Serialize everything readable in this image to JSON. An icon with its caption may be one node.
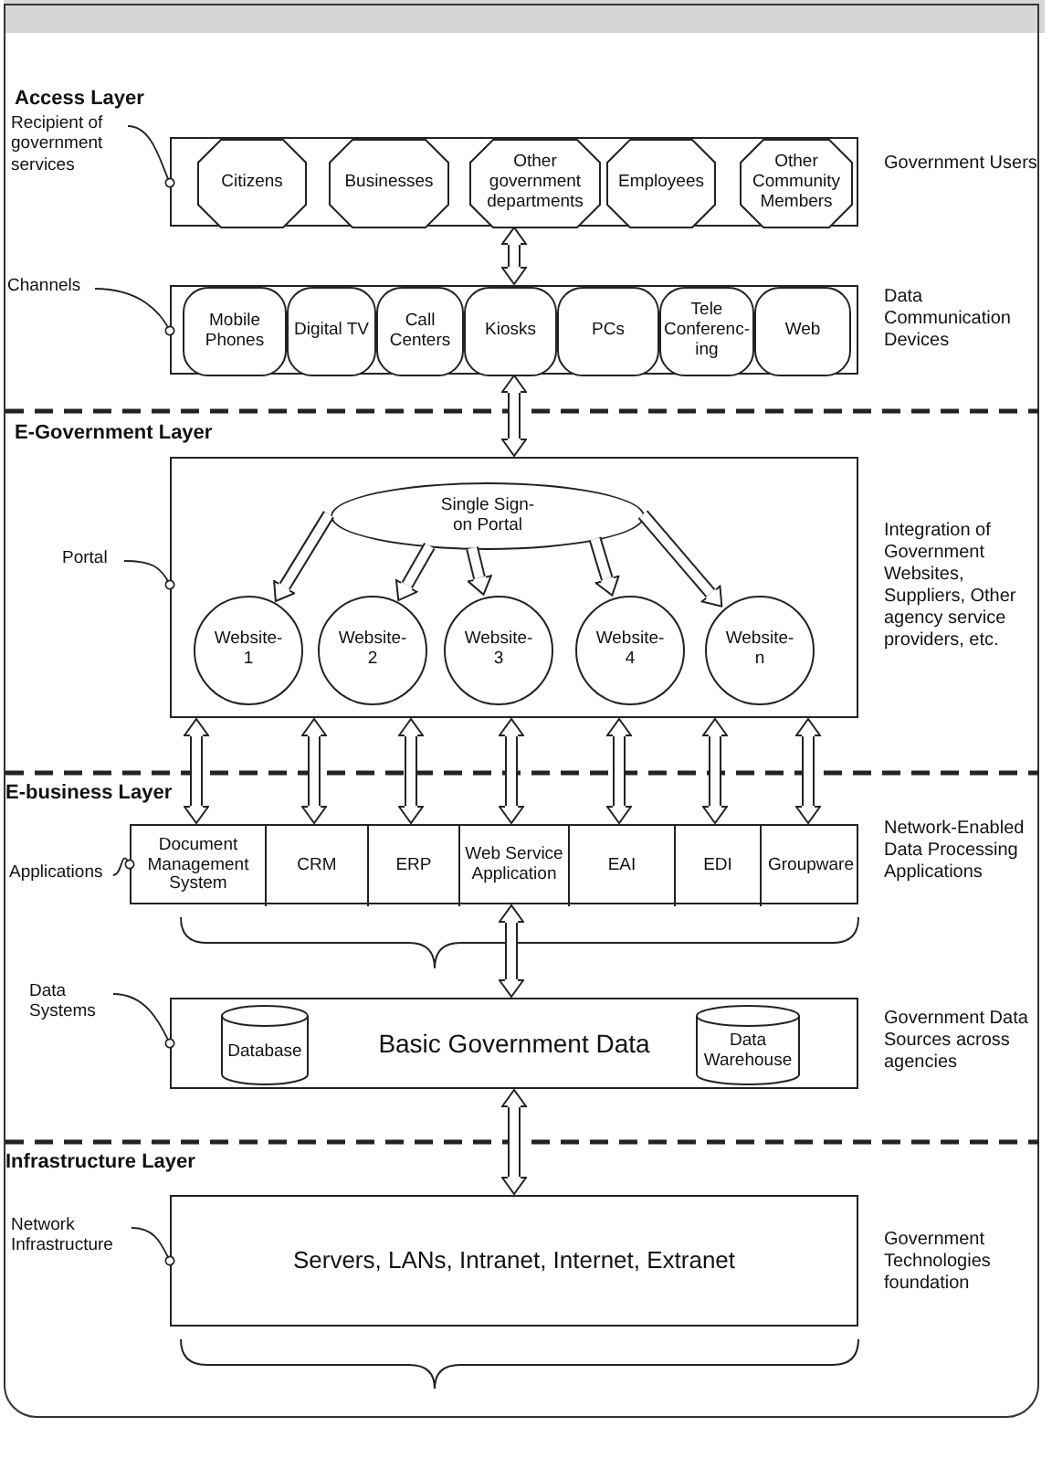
{
  "diagram": {
    "nodes": [
      {
        "text": [
          "Recipient of government services"
        ]
      },
      {
        "text": [],
        "shape": "box",
        "beside": [
          "Government Users"
        ]
      },
      {
        "text": [
          "Citizens"
        ],
        "in": 1
      },
      {
        "text": [
          "Businesses"
        ],
        "in": 1
      },
      {
        "text": [
          "Other government departments"
        ],
        "in": 1
      },
      {
        "text": [
          "Employees"
        ],
        "in": 1
      },
      {
        "text": [
          "Other Community Members"
        ],
        "in": 1
      },
      {
        "text": [
          "Channels"
        ]
      },
      {
        "text": [],
        "shape": "box",
        "beside": [
          "Data Communication Devices"
        ]
      },
      {
        "text": [
          "Mobile Phones"
        ],
        "in": 8
      },
      {
        "text": [
          "Digital TV"
        ],
        "in": 8
      },
      {
        "text": [
          "Call Centers"
        ],
        "in": 8
      },
      {
        "text": [
          "Kiosks"
        ],
        "in": 8
      },
      {
        "text": [
          "PCs"
        ],
        "in": 8
      },
      {
        "text": [
          "Tele Conferenc-ing"
        ],
        "in": 8
      },
      {
        "text": [
          "Web"
        ],
        "in": 8
      },
      {
        "text": [
          "Portal"
        ]
      },
      {
        "text": [],
        "shape": "box",
        "beside": [
          "Integration of Government Websites, Suppliers, Other agency service providers, etc."
        ]
      },
      {
        "text": [
          "Single Sign-on Portal"
        ],
        "in": 17
      },
      {
        "text": [
          "Website-1"
        ],
        "in": 17
      },
      {
        "text": [
          "Website-2"
        ],
        "in": 17
      },
      {
        "text": [
          "Website-3"
        ],
        "in": 17
      },
      {
        "text": [
          "Website-4"
        ],
        "in": 17
      },
      {
        "text": [
          "Website-n"
        ],
        "in": 17
      },
      {
        "text": [
          "Applications"
        ]
      },
      {
        "text": [],
        "shape": "box",
        "beside": [
          "Network-Enabled Data Processing Applications"
        ]
      },
      {
        "text": [
          "Document Management System"
        ],
        "in": 25
      },
      {
        "text": [
          "CRM"
        ],
        "in": 25
      },
      {
        "text": [
          "ERP"
        ],
        "in": 25
      },
      {
        "text": [
          "Web Service Application"
        ],
        "in": 25
      },
      {
        "text": [
          "EAI"
        ],
        "in": 25
      },
      {
        "text": [
          "EDI"
        ],
        "in": 25
      },
      {
        "text": [
          "Groupware"
        ],
        "in": 25
      },
      {
        "text": [
          "Data Systems"
        ]
      },
      {
        "text": [
          "Basic Government Data"
        ],
        "beside": [
          "Government Data Sources across agencies"
        ]
      },
      {
        "text": [
          "Database"
        ],
        "in": 34
      },
      {
        "text": [
          "Data Warehouse"
        ],
        "in": 34
      },
      {
        "text": [
          "Network Infrastructure"
        ]
      },
      {
        "text": [
          "Servers, LANs, Intranet, Internet, Extranet"
        ],
        "beside": [
          "Government Technologies foundation"
        ]
      }
    ],
    "edges": [
      {
        "from": 0,
        "to": 1,
        "arrow": "other"
      },
      {
        "from": 1,
        "to": 8,
        "arrow": "both"
      },
      {
        "from": 7,
        "to": 8,
        "arrow": "other"
      },
      {
        "from": 8,
        "to": 17,
        "arrow": "both"
      },
      {
        "from": 16,
        "to": 17,
        "arrow": "other"
      },
      {
        "from": 18,
        "to": 19,
        "arrow": "to"
      },
      {
        "from": 18,
        "to": 20,
        "arrow": "to"
      },
      {
        "from": 18,
        "to": 21,
        "arrow": "to"
      },
      {
        "from": 18,
        "to": 22,
        "arrow": "to"
      },
      {
        "from": 18,
        "to": 23,
        "arrow": "to"
      },
      {
        "from": 17,
        "to": 26,
        "arrow": "both"
      },
      {
        "from": 17,
        "to": 27,
        "arrow": "both"
      },
      {
        "from": 17,
        "to": 28,
        "arrow": "both"
      },
      {
        "from": 17,
        "to": 29,
        "arrow": "both"
      },
      {
        "from": 17,
        "to": 30,
        "arrow": "both"
      },
      {
        "from": 17,
        "to": 31,
        "arrow": "both"
      },
      {
        "from": 17,
        "to": 32,
        "arrow": "both"
      },
      {
        "from": 24,
        "to": 25,
        "arrow": "other"
      },
      {
        "from": 29,
        "to": 34,
        "arrow": "both"
      },
      {
        "from": 33,
        "to": 34,
        "arrow": "other"
      },
      {
        "from": 34,
        "to": 38,
        "arrow": "both"
      },
      {
        "from": 37,
        "to": 38,
        "arrow": "other"
      }
    ],
    "labels": [
      "Access Layer",
      "E-Government Layer",
      "E-business Layer",
      "Infrastructure Layer"
    ]
  }
}
